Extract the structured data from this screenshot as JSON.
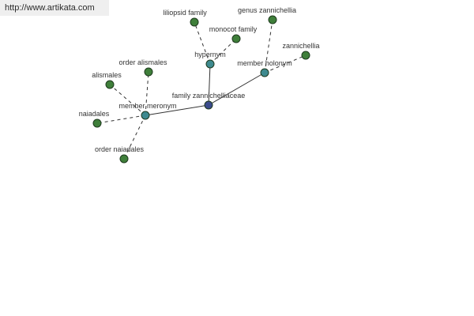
{
  "watermark": {
    "text": "http://www.artikata.com"
  },
  "colors": {
    "center": "#3b4b8c",
    "relation": "#3e8a8f",
    "leaf": "#3f7f3a",
    "edge": "#333333"
  },
  "graph": {
    "nodes": [
      {
        "id": "family-zannichelliaceae",
        "label": "family zannichelliaceae",
        "kind": "center"
      },
      {
        "id": "hypernym",
        "label": "hypernym",
        "kind": "relation"
      },
      {
        "id": "member-holonym",
        "label": "member holonym",
        "kind": "relation"
      },
      {
        "id": "member-meronym",
        "label": "member meronym",
        "kind": "relation"
      },
      {
        "id": "liliopsid-family",
        "label": "liliopsid family",
        "kind": "leaf"
      },
      {
        "id": "monocot-family",
        "label": "monocot family",
        "kind": "leaf"
      },
      {
        "id": "genus-zannichellia",
        "label": "genus zannichellia",
        "kind": "leaf"
      },
      {
        "id": "zannichellia",
        "label": "zannichellia",
        "kind": "leaf"
      },
      {
        "id": "order-alismales",
        "label": "order alismales",
        "kind": "leaf"
      },
      {
        "id": "alismales",
        "label": "alismales",
        "kind": "leaf"
      },
      {
        "id": "naiadales",
        "label": "naiadales",
        "kind": "leaf"
      },
      {
        "id": "order-naiadales",
        "label": "order naiadales",
        "kind": "leaf"
      }
    ],
    "edges": [
      {
        "from": "family-zannichelliaceae",
        "to": "hypernym",
        "style": "solid"
      },
      {
        "from": "family-zannichelliaceae",
        "to": "member-holonym",
        "style": "solid"
      },
      {
        "from": "family-zannichelliaceae",
        "to": "member-meronym",
        "style": "solid"
      },
      {
        "from": "hypernym",
        "to": "liliopsid-family",
        "style": "dashed"
      },
      {
        "from": "hypernym",
        "to": "monocot-family",
        "style": "dashed"
      },
      {
        "from": "member-holonym",
        "to": "genus-zannichellia",
        "style": "dashed"
      },
      {
        "from": "member-holonym",
        "to": "zannichellia",
        "style": "dashed"
      },
      {
        "from": "member-meronym",
        "to": "order-alismales",
        "style": "dashed"
      },
      {
        "from": "member-meronym",
        "to": "alismales",
        "style": "dashed"
      },
      {
        "from": "member-meronym",
        "to": "naiadales",
        "style": "dashed"
      },
      {
        "from": "member-meronym",
        "to": "order-naiadales",
        "style": "dashed"
      }
    ]
  }
}
